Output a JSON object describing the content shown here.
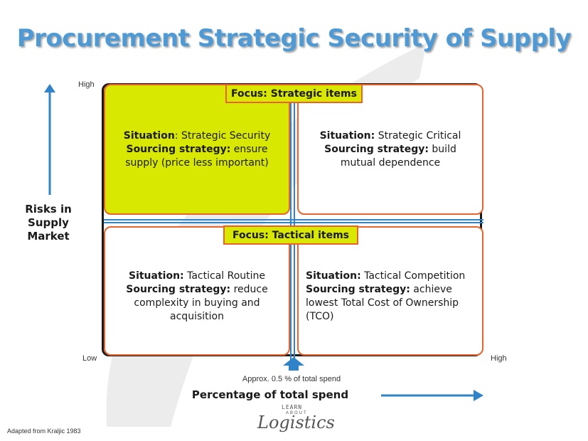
{
  "title": "Procurement Strategic Security of Supply",
  "axes": {
    "y_high": "High",
    "y_low": "Low",
    "x_high": "High",
    "y_label_line1": "Risks in",
    "y_label_line2": "Supply Market",
    "x_label": "Percentage of total spend",
    "threshold_note": "Approx. 0.5 % of total spend"
  },
  "focus_labels": {
    "top": "Focus: Strategic items",
    "middle": "Focus: Tactical items"
  },
  "quadrants": {
    "top_left": {
      "situation_label": "Situation",
      "situation_value": ": Strategic Security",
      "strategy_label": "Sourcing strategy:",
      "strategy_value": " ensure supply (price less important)"
    },
    "top_right": {
      "situation_label": "Situation:",
      "situation_value": " Strategic Critical",
      "strategy_label": "Sourcing strategy:",
      "strategy_value": " build mutual dependence"
    },
    "bottom_left": {
      "situation_label": "Situation:",
      "situation_value": " Tactical Routine",
      "strategy_label": "Sourcing strategy:",
      "strategy_value": " reduce complexity in buying and acquisition"
    },
    "bottom_right": {
      "situation_label": "Situation:",
      "situation_value": " Tactical Competition",
      "strategy_label": "Sourcing strategy:",
      "strategy_value": " achieve lowest Total Cost of Ownership (TCO)"
    }
  },
  "credit": "Adapted from Kraljic 1983",
  "logo": {
    "top": "LEARN",
    "middle": "ABOUT",
    "word": "Logistics"
  },
  "colors": {
    "title": "#4d9ad6",
    "highlight": "#d9e800",
    "border": "#e8622a",
    "arrow": "#2f83c9"
  }
}
